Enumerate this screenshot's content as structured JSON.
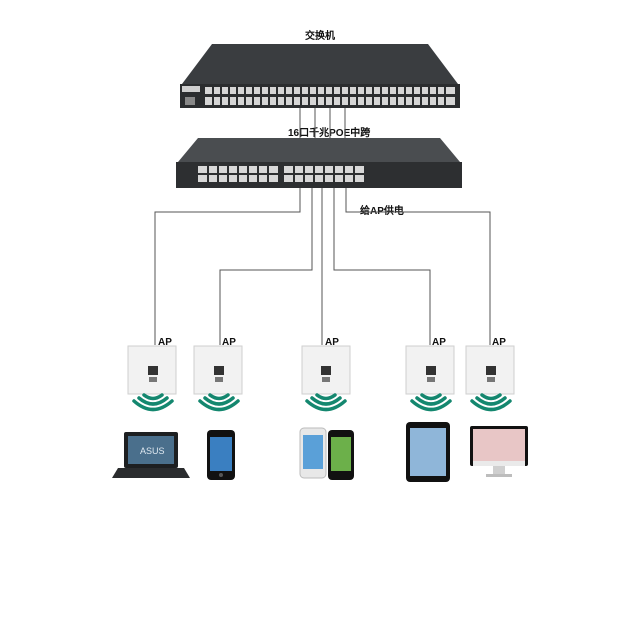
{
  "labels": {
    "switch": "交换机",
    "poe_midspan": "16口千兆POE中跨",
    "power_to_ap": "给AP供电",
    "ap": "AP"
  },
  "devices": {
    "count_aps": 5,
    "client_types": [
      "laptop",
      "phone",
      "phones",
      "tablet",
      "monitor"
    ]
  },
  "colors": {
    "switch_body": "#2b2d2f",
    "port": "#e8e8e8",
    "line": "#555555",
    "wifi": "#14876f",
    "ap_panel": "#f2f2f2"
  },
  "brand_on_laptop": "ASUS"
}
